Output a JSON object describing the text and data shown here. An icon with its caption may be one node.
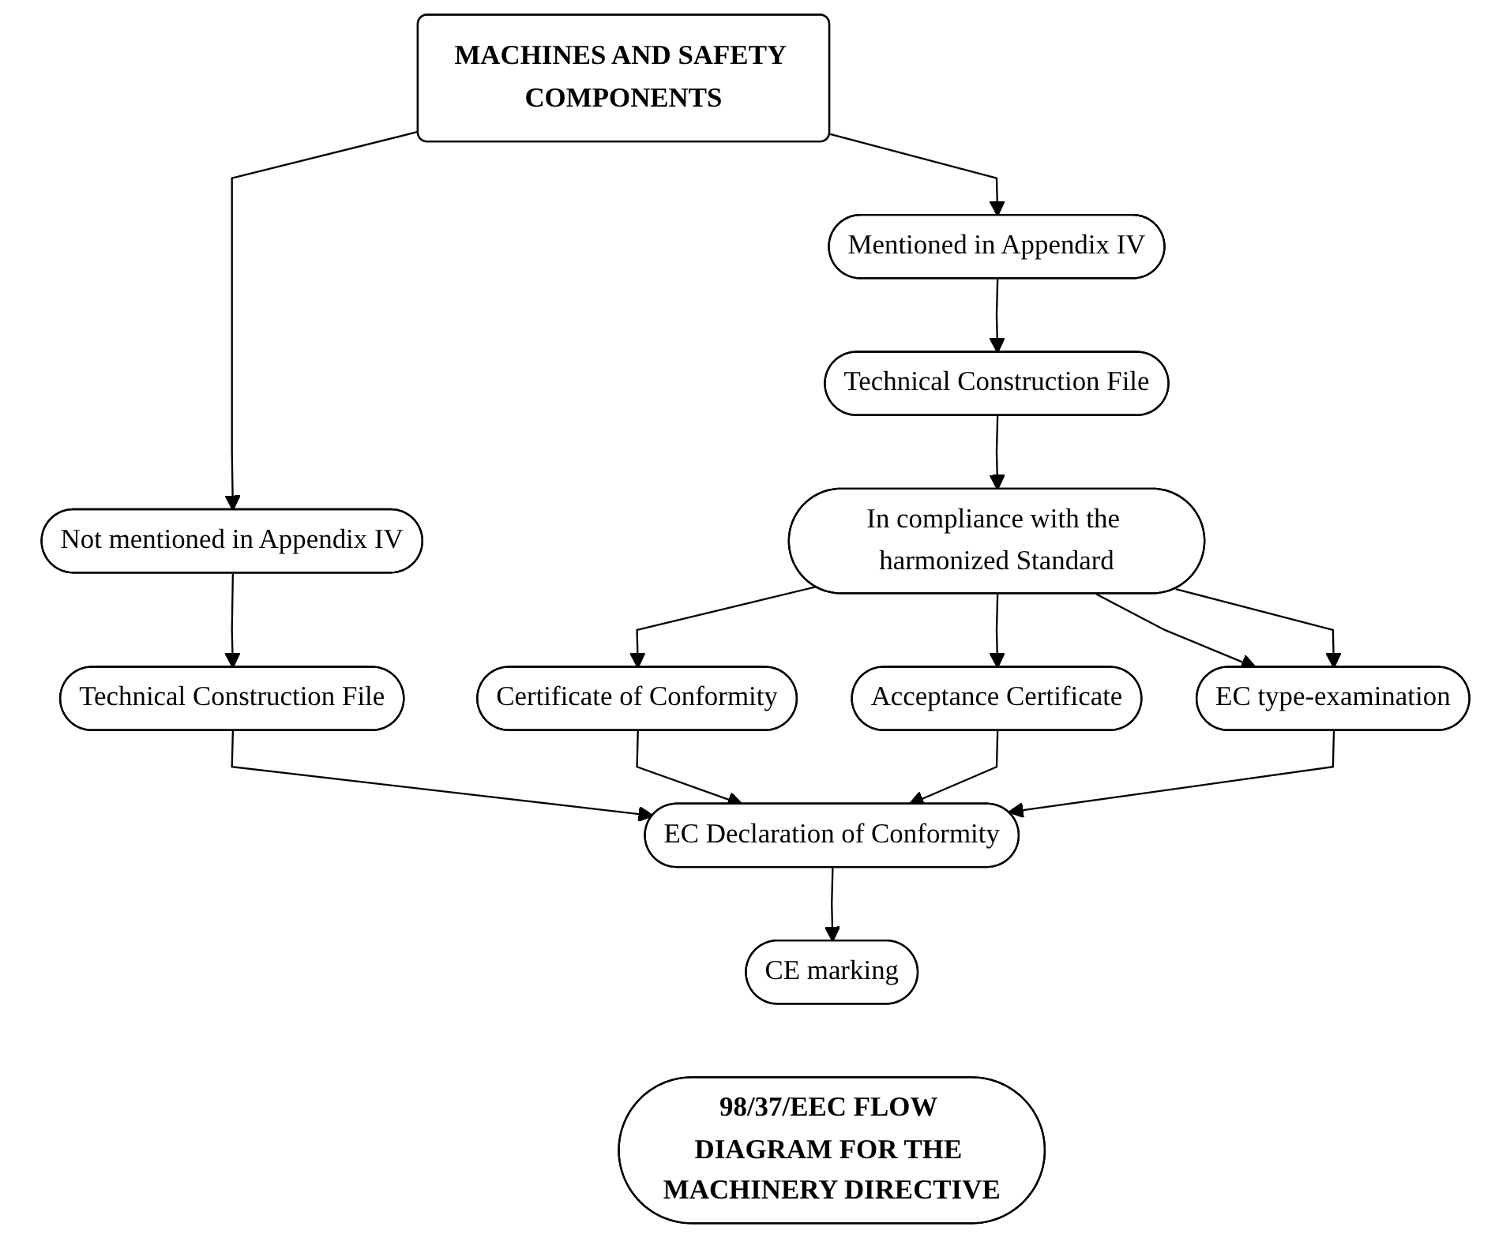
{
  "diagram": {
    "nodes": [
      {
        "text": [
          "MACHINES AND SAFETY COMPONENTS"
        ]
      },
      {
        "text": [
          "Not mentioned in Appendix IV"
        ]
      },
      {
        "text": [
          "Mentioned in Appendix IV"
        ]
      },
      {
        "text": [
          "Technical Construction File"
        ]
      },
      {
        "text": [
          "Technical Construction File"
        ]
      },
      {
        "text": [
          "In compliance with the harmonized Standard"
        ]
      },
      {
        "text": [
          "Certificate of Conformity"
        ]
      },
      {
        "text": [
          "Acceptance Certificate"
        ]
      },
      {
        "text": [
          "EC type-examination"
        ]
      },
      {
        "text": [
          "EC Declaration of Conformity"
        ]
      },
      {
        "text": [
          "CE marking"
        ]
      },
      {
        "text": [
          "98/37/EEC FLOW DIAGRAM FOR THE MACHINERY DIRECTIVE"
        ]
      }
    ],
    "edges": [
      {
        "from": 0,
        "to": 1,
        "arrow": "to"
      },
      {
        "from": 0,
        "to": 2,
        "arrow": "to"
      },
      {
        "from": 1,
        "to": 3,
        "arrow": "to"
      },
      {
        "from": 2,
        "to": 4,
        "arrow": "to"
      },
      {
        "from": 4,
        "to": 5,
        "arrow": "to"
      },
      {
        "from": 5,
        "to": 6,
        "arrow": "to"
      },
      {
        "from": 5,
        "to": 7,
        "arrow": "to"
      },
      {
        "from": 5,
        "to": 8,
        "arrow": "to"
      },
      {
        "from": 5,
        "to": 8,
        "arrow": "to"
      },
      {
        "from": 3,
        "to": 9,
        "arrow": "to"
      },
      {
        "from": 6,
        "to": 9,
        "arrow": "to"
      },
      {
        "from": 7,
        "to": 9,
        "arrow": "to"
      },
      {
        "from": 8,
        "to": 9,
        "arrow": "to"
      },
      {
        "from": 9,
        "to": 10,
        "arrow": "to"
      }
    ]
  }
}
